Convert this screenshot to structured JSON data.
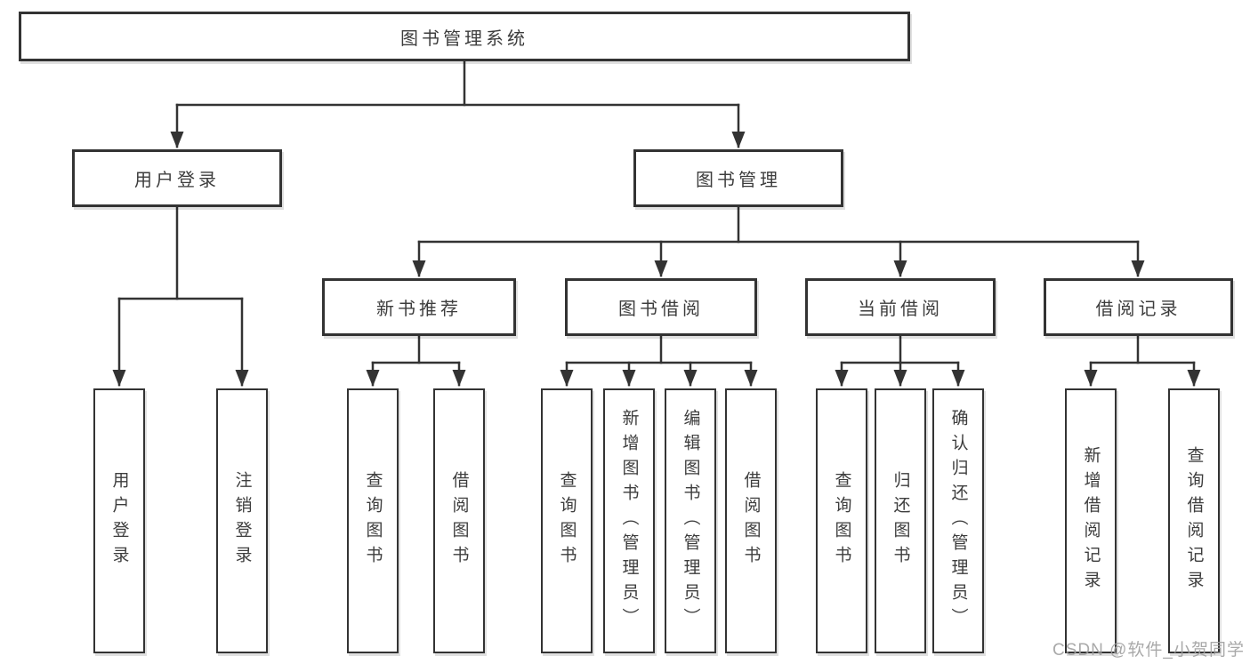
{
  "diagram_title": "图书管理系统",
  "nodes": {
    "root": "图书管理系统",
    "level2": {
      "user_login": "用户登录",
      "book_mgmt": "图书管理"
    },
    "level3": {
      "new_book": "新书推荐",
      "borrow": "图书借阅",
      "current": "当前借阅",
      "records": "借阅记录"
    },
    "leaves": {
      "user": [
        "用户登录",
        "注销登录"
      ],
      "new_book": [
        "查询图书",
        "借阅图书"
      ],
      "borrow": [
        "查询图书",
        "新增图书（管理员）",
        "编辑图书（管理员）",
        "借阅图书"
      ],
      "current": [
        "查询图书",
        "归还图书",
        "确认归还（管理员）"
      ],
      "records": [
        "新增借阅记录",
        "查询借阅记录"
      ]
    }
  },
  "watermark": "CSDN @软件_小贺同学",
  "colors": {
    "line": "#333333",
    "text": "#3d3d3d",
    "watermark": "#a0a0a0",
    "bg": "#ffffff"
  }
}
